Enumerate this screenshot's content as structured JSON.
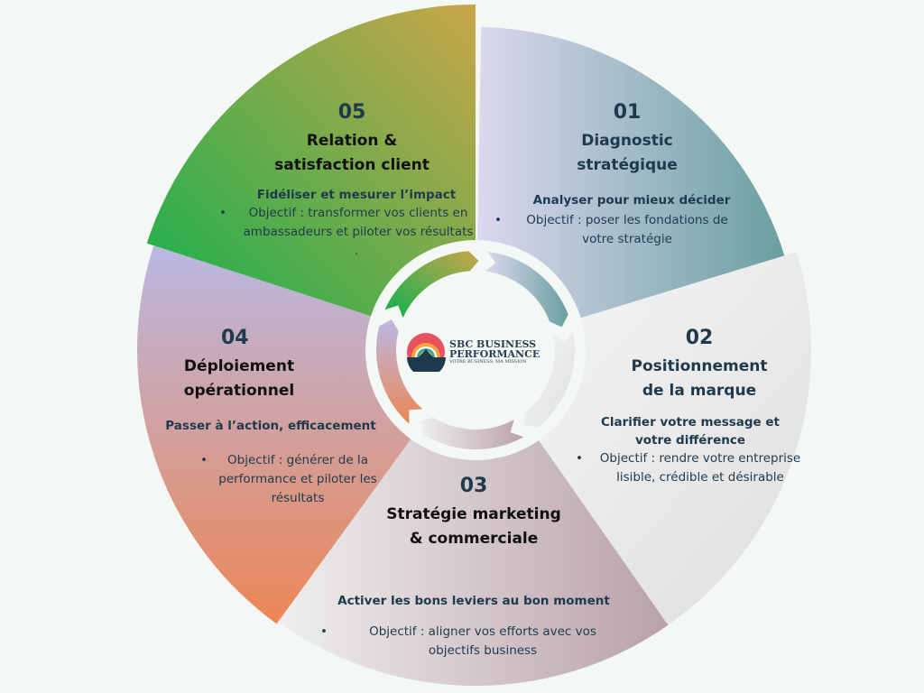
{
  "center_logo": {
    "line1": "SBC BUSINESS",
    "line2": "PERFORMANCE",
    "tagline": "VOTRE BUSINESS, MA MISSION"
  },
  "segments": [
    {
      "number": "01",
      "title": "Diagnostic stratégique",
      "title_lines": [
        "Diagnostic",
        "stratégique"
      ],
      "subtitle": "Analyser pour mieux décider",
      "objective": "Objectif : poser les fondations de votre stratégie",
      "colors": [
        "#6a9fa0",
        "#dcd8f0"
      ]
    },
    {
      "number": "02",
      "title": "Positionnement de la marque",
      "title_lines": [
        "Positionnement",
        "de la marque"
      ],
      "subtitle": "Clarifier votre message et votre différence",
      "objective": "Objectif : rendre votre entreprise lisible, crédible et désirable",
      "colors": [
        "#f7f7f7",
        "#dedede"
      ]
    },
    {
      "number": "03",
      "title": "Stratégie marketing & commerciale",
      "title_lines": [
        "Stratégie marketing",
        "& commerciale"
      ],
      "subtitle": "Activer les bons leviers au bon moment",
      "objective": "Objectif : aligner vos efforts avec vos objectifs business",
      "colors": [
        "#efefef",
        "#b9a1aa"
      ]
    },
    {
      "number": "04",
      "title": "Déploiement opérationnel",
      "title_lines": [
        "Déploiement",
        "opérationnel"
      ],
      "subtitle": "Passer à l’action, efficacement",
      "objective": "Objectif : générer de la performance et piloter les résultats",
      "colors": [
        "#b9b9e3",
        "#ec8655"
      ]
    },
    {
      "number": "05",
      "title": "Relation & satisfaction client",
      "title_lines": [
        "Relation &",
        "satisfaction client"
      ],
      "subtitle": "Fidéliser et mesurer l’impact",
      "objective": "Objectif : transformer vos clients en ambassadeurs et piloter vos résultats",
      "extra": ".",
      "colors": [
        "#0db14e",
        "#c9a64a"
      ]
    }
  ],
  "background": "#f3f8f5",
  "text_color": "#1f3a4d"
}
